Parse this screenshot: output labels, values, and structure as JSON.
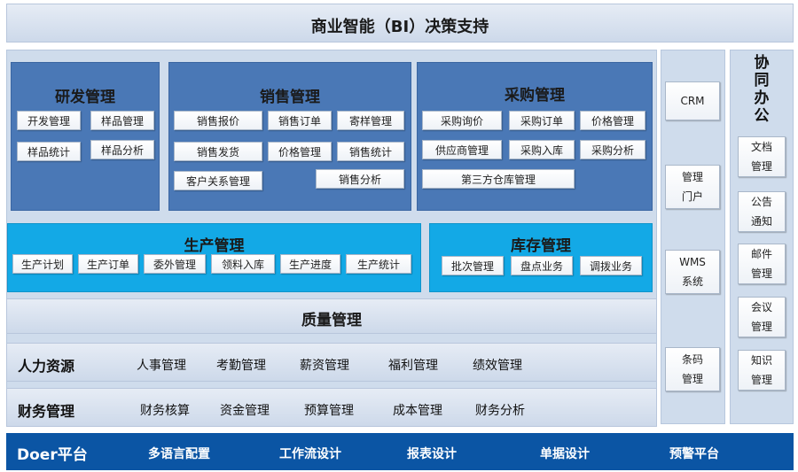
{
  "header": {
    "title": "商业智能（BI）决策支持"
  },
  "rd": {
    "title": "研发管理",
    "items": [
      "开发管理",
      "样品管理",
      "样品统计",
      "样品分析"
    ]
  },
  "sales": {
    "title": "销售管理",
    "items": [
      "销售报价",
      "销售订单",
      "寄样管理",
      "销售发货",
      "价格管理",
      "销售统计",
      "客户关系管理",
      "销售分析"
    ]
  },
  "purchase": {
    "title": "采购管理",
    "items": [
      "采购询价",
      "采购订单",
      "价格管理",
      "供应商管理",
      "采购入库",
      "采购分析",
      "第三方仓库管理"
    ]
  },
  "production": {
    "title": "生产管理",
    "items": [
      "生产计划",
      "生产订单",
      "委外管理",
      "领料入库",
      "生产进度",
      "生产统计"
    ]
  },
  "inventory": {
    "title": "库存管理",
    "items": [
      "批次管理",
      "盘点业务",
      "调拨业务"
    ]
  },
  "quality": {
    "title": "质量管理"
  },
  "hr": {
    "title": "人力资源",
    "items": [
      "人事管理",
      "考勤管理",
      "薪资管理",
      "福利管理",
      "绩效管理"
    ]
  },
  "finance": {
    "title": "财务管理",
    "items": [
      "财务核算",
      "资金管理",
      "预算管理",
      "成本管理",
      "财务分析"
    ]
  },
  "platform": {
    "title": "Doer平台",
    "items": [
      "多语言配置",
      "工作流设计",
      "报表设计",
      "单据设计",
      "预警平台"
    ]
  },
  "side": {
    "items": [
      "CRM",
      "管理\n门户",
      "WMS\n系统",
      "条码\n管理"
    ]
  },
  "office": {
    "title": "协\n同\n办\n公",
    "items": [
      "文档\n管理",
      "公告\n通知",
      "邮件\n管理",
      "会议\n管理",
      "知识\n管理"
    ]
  }
}
